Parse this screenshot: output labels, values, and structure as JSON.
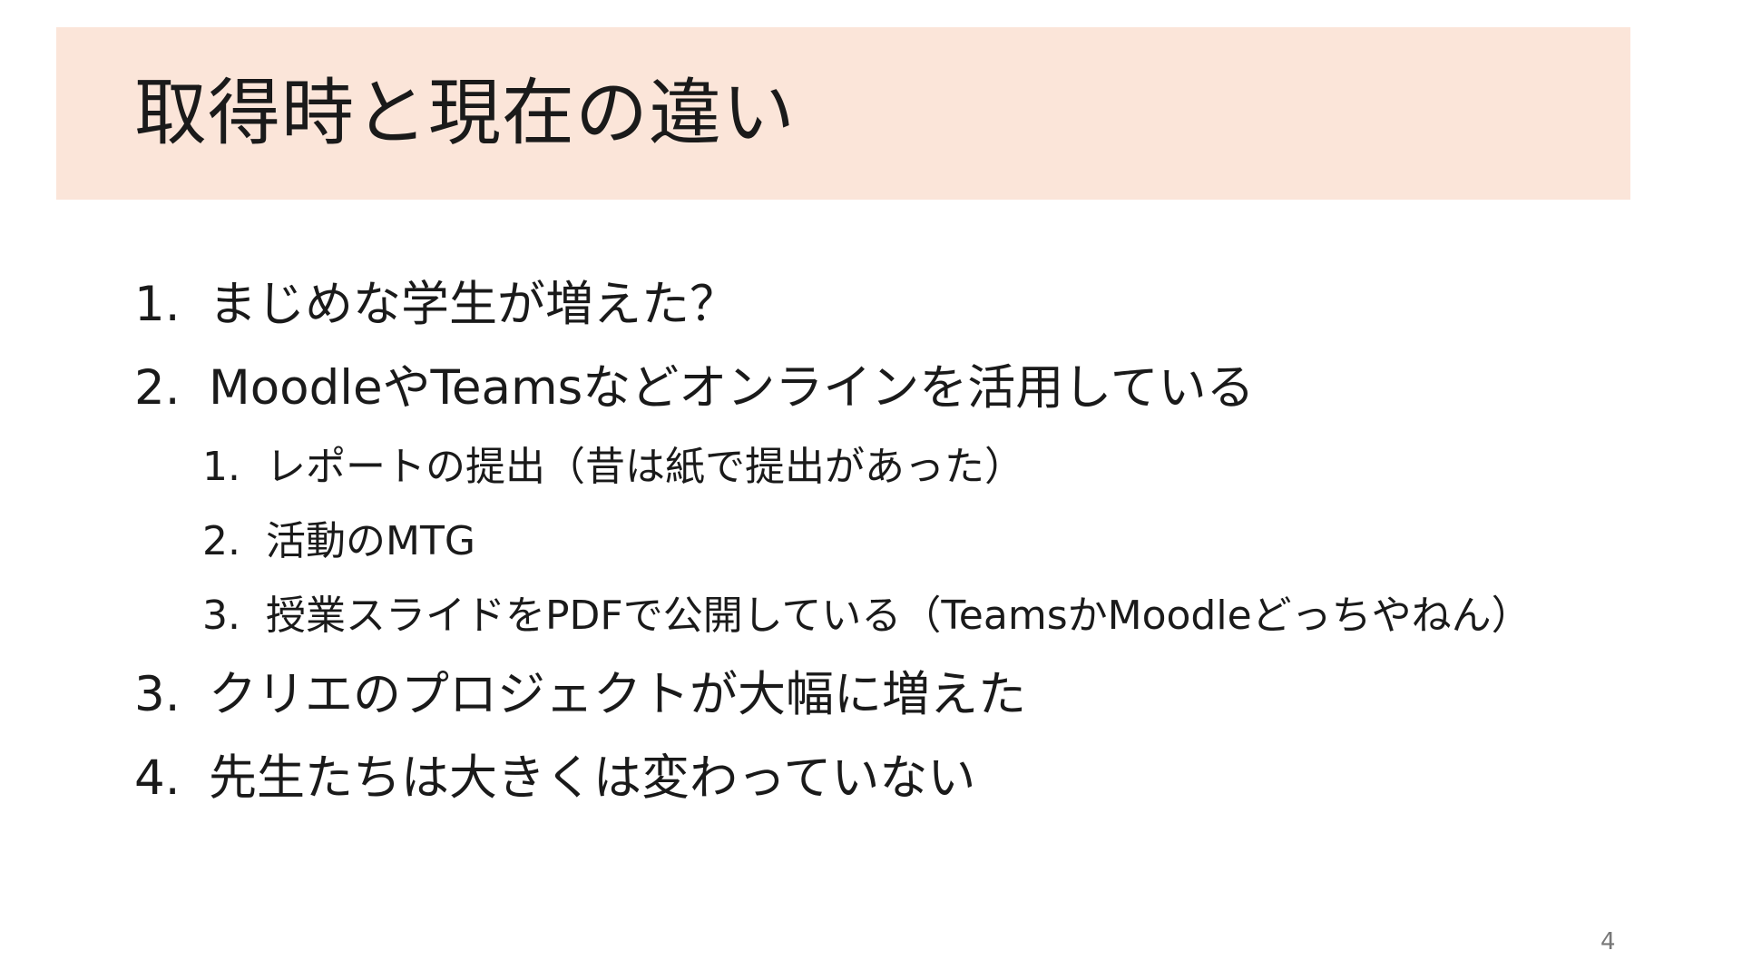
{
  "slide": {
    "title": "取得時と現在の違い",
    "page_number": "4",
    "colors": {
      "title_band": "#fbe5d9",
      "text": "#1a1a1a",
      "page_number": "#777777"
    },
    "items": [
      {
        "num": "1.",
        "text": "まじめな学生が増えた？"
      },
      {
        "num": "2.",
        "text": "MoodleやTeamsなどオンラインを活用している"
      },
      {
        "num": "3.",
        "text": "クリエのプロジェクトが大幅に増えた"
      },
      {
        "num": "4.",
        "text": "先生たちは大きくは変わっていない"
      }
    ],
    "subitems": [
      {
        "num": "1.",
        "text": "レポートの提出（昔は紙で提出があった）"
      },
      {
        "num": "2.",
        "text": "活動のMTG"
      },
      {
        "num": "3.",
        "text": "授業スライドをPDFで公開している（TeamsかMoodleどっちやねん）"
      }
    ]
  }
}
